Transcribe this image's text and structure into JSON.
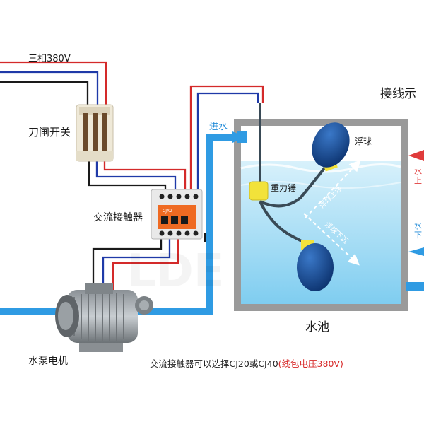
{
  "labels": {
    "power": "三相380V",
    "knife_switch": "刀闸开关",
    "contactor": "交流接触器",
    "pump_motor": "水泵电机",
    "water_in": "进水",
    "float_ball": "浮球",
    "counterweight": "重力锤",
    "tank": "水池",
    "wiring_title": "接线示",
    "float_up": "浮球上浮",
    "float_down": "浮球下沉",
    "side_red_1": "水",
    "side_red_2": "上",
    "side_blue_1": "水",
    "side_blue_2": "下",
    "contactor_brand": "CJX2"
  },
  "note": {
    "main": "交流接触器可以选择CJ20或CJ40",
    "highlight": "(线包电压380V)"
  },
  "colors": {
    "wire_red": "#d42a2a",
    "wire_blue": "#1f3aa8",
    "wire_black": "#1a1a1a",
    "pipe_blue": "#2f9be3",
    "water": "#bfe6f7",
    "float": "#0e3f86",
    "counterweight": "#f2e23a",
    "contactor_orange": "#ef6a22"
  }
}
